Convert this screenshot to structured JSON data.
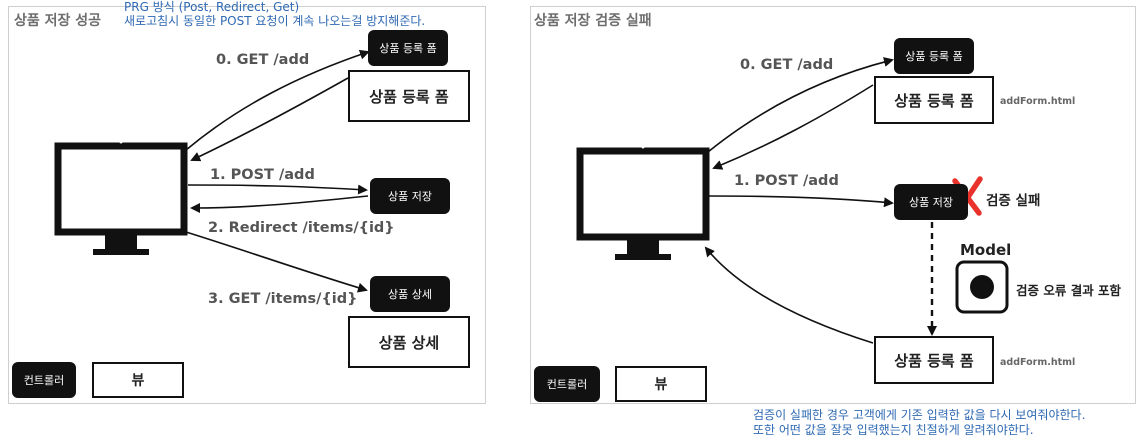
{
  "left": {
    "title": "상품 저장 성공",
    "note_line1": "PRG 방식 (Post, Redirect, Get)",
    "note_line2": "새로고침시 동일한 POST 요청이 계속 나오는걸 방지해준다.",
    "step0": "0. GET /add",
    "step1": "1. POST /add",
    "step2": "2. Redirect /items/{id}",
    "step3": "3. GET /items/{id}",
    "ctrl_form": "상품 등록 폼",
    "view_form": "상품 등록 폼",
    "ctrl_save": "상품 저장",
    "ctrl_detail": "상품 상세",
    "view_detail": "상품 상세",
    "legend_controller": "컨트롤러",
    "legend_view": "뷰"
  },
  "right": {
    "title": "상품 저장 검증 실패",
    "step0": "0. GET /add",
    "step1": "1. POST /add",
    "ctrl_form": "상품 등록 폼",
    "view_form": "상품 등록 폼",
    "file1": "addForm.html",
    "ctrl_save": "상품 저장",
    "fail_label": "검증 실패",
    "model_title": "Model",
    "model_desc": "검증 오류 결과 포함",
    "view_form2": "상품 등록 폼",
    "file2": "addForm.html",
    "legend_controller": "컨트롤러",
    "legend_view": "뷰",
    "note_line1": "검증이 실패한 경우 고객에게 기존 입력한 값을 다시 보여줘야한다.",
    "note_line2": "또한 어떤 값을 잘못 입력했는지 친절하게 알려줘야한다."
  },
  "colors": {
    "note": "#2f69b3",
    "fail_mark": "#e8322b",
    "controller": "#111111"
  }
}
